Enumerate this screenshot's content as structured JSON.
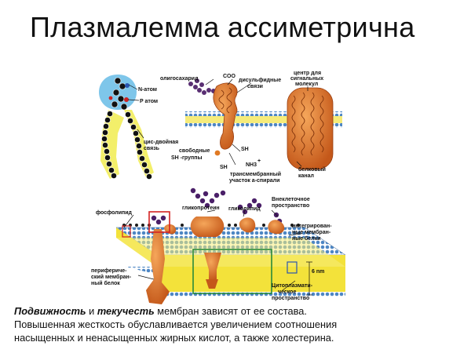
{
  "title": "Плазмалемма ассиметрична",
  "labels": {
    "n_atom": "N-атом",
    "p_atom": "P атом",
    "cis_bond_1": "цис-двойная",
    "cis_bond_2": "связь",
    "oligosaccharide": "олигосахарид",
    "coo": "COO",
    "disulfide_1": "дисульфидные",
    "disulfide_2": "связи",
    "signal_center_1": "центр для",
    "signal_center_2": "сигнальных",
    "signal_center_3": "молекул",
    "free_sh_1": "свободные",
    "free_sh_2": "SH -группы",
    "sh1": "SH",
    "sh2": "SH",
    "nh3": "NH3",
    "plus": "+",
    "transmembrane_1": "трансмембранный",
    "transmembrane_2": "участок а-спирали",
    "protein_channel_1": "белковый",
    "protein_channel_2": "канал",
    "glycoprotein": "гликопротеин",
    "glycolipid": "гликолипид",
    "phospholipid": "фосфолипид",
    "extracellular_1": "Внеклеточное",
    "extracellular_2": "пространство",
    "integral_1": "интегрирован-",
    "integral_2": "ные мембран-",
    "integral_3": "ные белки",
    "peripheral_1": "перифериче-",
    "peripheral_2": "ский мембран-",
    "peripheral_3": "ный белок",
    "nm": "6 nm",
    "cytoplasm_1": "Цитоплазмати-",
    "cytoplasm_2": "ческое",
    "cytoplasm_3": "пространство"
  },
  "footer": {
    "mobility": "Подвижность",
    "and": " и ",
    "fluidity": "текучесть",
    "line1_rest": " мембран зависят от ее состава.",
    "line2": "Повышенная жесткость обуславливается увеличением соотношения",
    "line3": "насыщенных и ненасыщенных жирных кислот, а также холестерина."
  },
  "colors": {
    "head": "#3b6fa8",
    "tail_yellow": "#f3e23a",
    "protein_orange": "#e07a24",
    "sugar_purple": "#5a2f73",
    "lipid_dark": "#1a1a1a",
    "red_frame": "#d42222",
    "green_frame": "#2a8a3a",
    "blue_frame": "#2a55b0"
  }
}
